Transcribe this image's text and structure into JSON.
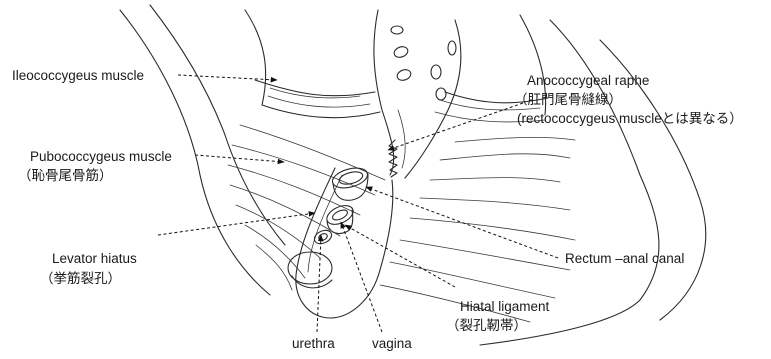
{
  "labels": {
    "iliococcygeus": "Ileococcygeus muscle",
    "anococcygeal_en": "Anococcygeal raphe",
    "anococcygeal_ja": "（肛門尾骨縫線）",
    "anococcygeal_note": "(rectococcygeus muscleとは異なる）",
    "pubococcygeus_en": "Pubococcygeus muscle",
    "pubococcygeus_ja": "（恥骨尾骨筋）",
    "levator_en": "Levator hiatus",
    "levator_ja": "（挙筋裂孔）",
    "rectum": "Rectum –anal canal",
    "hiatal_en": "Hiatal ligament",
    "hiatal_ja": "（裂孔靭帯）",
    "urethra": "urethra",
    "vagina": "vagina"
  }
}
